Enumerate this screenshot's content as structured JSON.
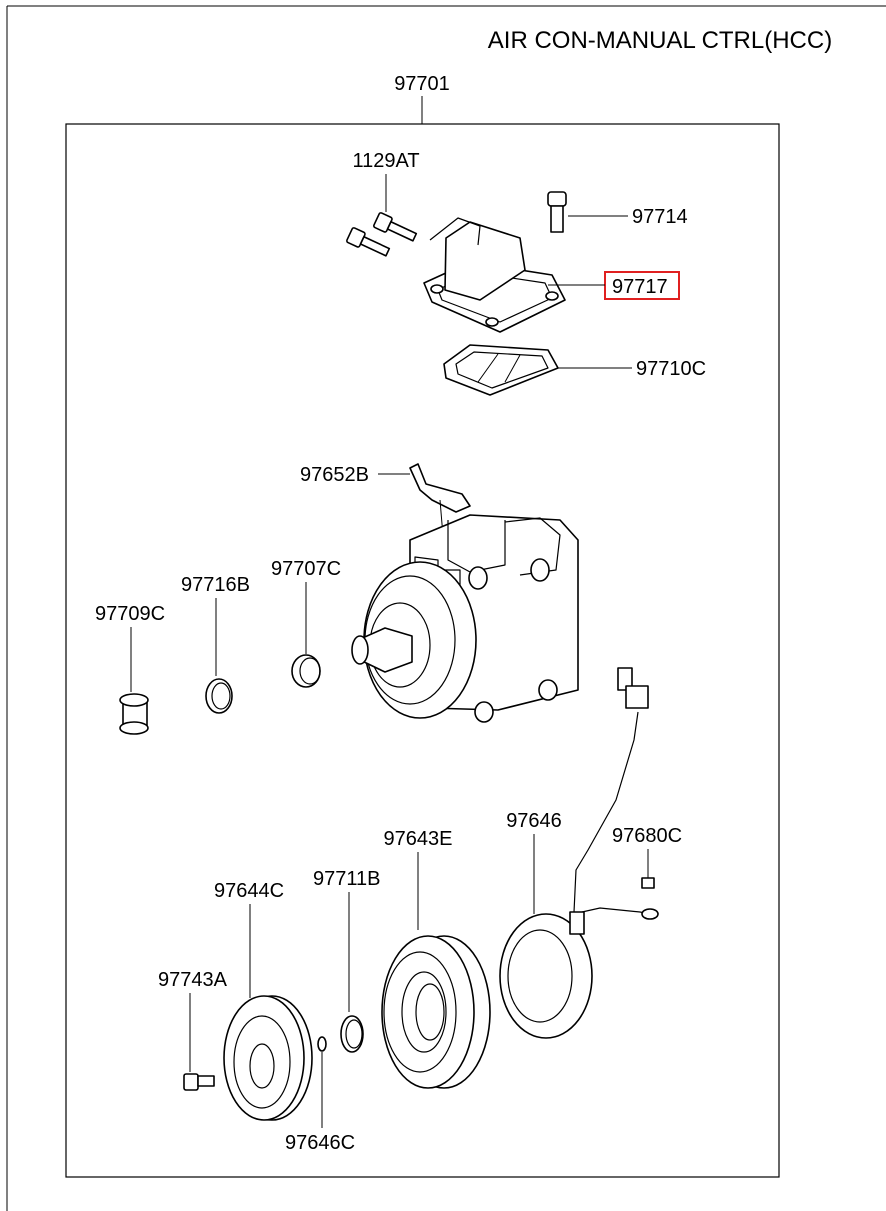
{
  "title": "AIR CON-MANUAL CTRL(HCC)",
  "assembly_label": "97701",
  "highlight_color": "#e02020",
  "highlighted_part": "97717",
  "parts": {
    "p1129AT": "1129AT",
    "p97714": "97714",
    "p97717": "97717",
    "p97710C": "97710C",
    "p97652B": "97652B",
    "p97707C": "97707C",
    "p97716B": "97716B",
    "p97709C": "97709C",
    "p97646": "97646",
    "p97680C": "97680C",
    "p97643E": "97643E",
    "p97711B": "97711B",
    "p97644C": "97644C",
    "p97743A": "97743A",
    "p97646C": "97646C"
  }
}
